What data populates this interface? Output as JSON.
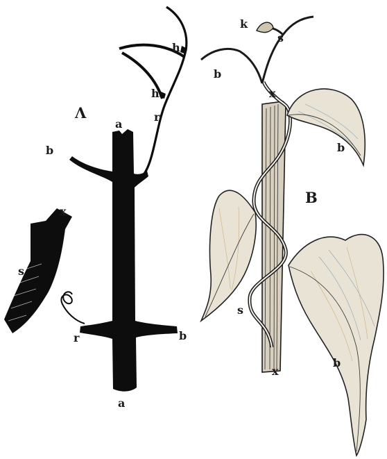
{
  "figure_A": {
    "label": "Λ",
    "stem_top": "a",
    "stem_bottom": "a",
    "petiole_upper": "b",
    "petiole_lower": "b",
    "tendril_upper": "r",
    "tendril_lower": "r",
    "hook_upper": "h",
    "hook_lower": "h",
    "support_end": "x",
    "support_side": "s"
  },
  "figure_B": {
    "label": "B",
    "support_top": "x",
    "support_bottom": "x",
    "bud": "k",
    "stem_upper": "s",
    "stem_lower": "s",
    "leaf_top_left": "b",
    "leaf_top_right": "b",
    "leaf_bottom_right": "b"
  },
  "colors": {
    "ink": "#111111",
    "leaf_tint_blue": "#3a6f8f",
    "leaf_tint_ochre": "#b88a3e"
  }
}
